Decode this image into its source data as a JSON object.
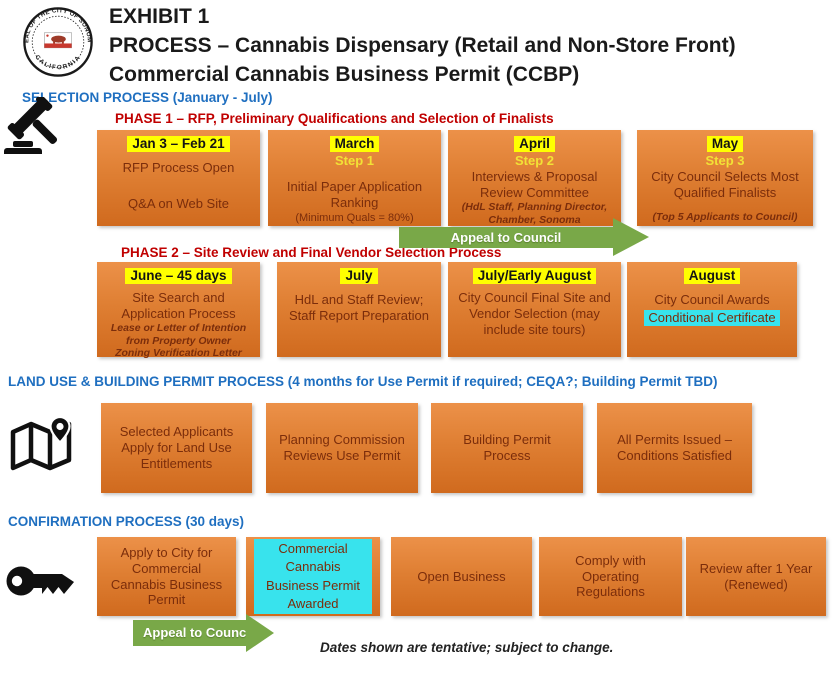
{
  "colors": {
    "box_orange_top": "#EC9149",
    "box_orange_bottom": "#D06A1E",
    "highlight_yellow": "#FFFF00",
    "highlight_cyan": "#38E3ED",
    "arrow_green": "#79A848",
    "heading_blue": "#1F6FC0",
    "heading_red": "#C00000",
    "box_text_brown": "#7B2D0B"
  },
  "seal": {
    "top_text": "SEAL OF THE CITY OF SONOMA",
    "bottom_text": "CALIFORNIA"
  },
  "header": {
    "line1": "EXHIBIT 1",
    "line2": "PROCESS – Cannabis Dispensary (Retail and Non-Store Front)",
    "line3": "Commercial Cannabis Business Permit (CCBP)"
  },
  "headings": {
    "selection": "SELECTION PROCESS (January - July)",
    "phase1": "PHASE 1 – RFP, Preliminary Qualifications and Selection of Finalists",
    "phase2": "PHASE 2 – Site Review and Final Vendor Selection Process",
    "land_use": "LAND USE & BUILDING PERMIT PROCESS (4 months for Use Permit if required; CEQA?; Building Permit TBD)",
    "confirmation": "CONFIRMATION PROCESS (30 days)"
  },
  "icons": {
    "selection": "gavel-icon",
    "land_use": "map-icon",
    "confirmation": "key-icon"
  },
  "phase1_boxes": [
    {
      "date": "Jan 3 – Feb 21",
      "line1": "RFP Process Open",
      "line2": "Q&A on Web Site"
    },
    {
      "date": "March",
      "step": "Step 1",
      "body": "Initial Paper Application Ranking",
      "note": "(Minimum Quals = 80%)"
    },
    {
      "date": "April",
      "step": "Step 2",
      "body": "Interviews & Proposal Review Committee",
      "note": "(HdL Staff, Planning Director, Chamber, Sonoma County/EDB)"
    },
    {
      "date": "May",
      "step": "Step 3",
      "body": "City Council Selects Most Qualified Finalists",
      "note": "(Top 5 Applicants to Council)"
    }
  ],
  "phase2_boxes": [
    {
      "date": "June – 45 days",
      "body": "Site Search and Application Process",
      "note1": "Lease or Letter of Intention from Property Owner",
      "note2": "Zoning Verification Letter"
    },
    {
      "date": "July",
      "body": "HdL and Staff Review; Staff Report Preparation"
    },
    {
      "date": "July/Early August",
      "body": "City Council Final Site and Vendor Selection (may include site tours)"
    },
    {
      "date": "August",
      "body": "City Council Awards",
      "highlight": "Conditional Certificate"
    }
  ],
  "land_use_boxes": [
    {
      "body": "Selected Applicants Apply for Land Use Entitlements"
    },
    {
      "body": "Planning Commission Reviews Use Permit"
    },
    {
      "body": "Building Permit Process"
    },
    {
      "body": "All Permits Issued – Conditions Satisfied"
    }
  ],
  "confirmation_boxes": [
    {
      "body": "Apply to City for Commercial Cannabis Business Permit"
    },
    {
      "highlight": "Commercial Cannabis Business Permit Awarded"
    },
    {
      "body": "Open Business"
    },
    {
      "body": "Comply with Operating Regulations"
    },
    {
      "body": "Review after 1 Year (Renewed)"
    }
  ],
  "arrows": {
    "phase1_appeal": "Appeal to Council",
    "confirmation_appeal": "Appeal to Council"
  },
  "footnote": "Dates shown are tentative; subject to change."
}
